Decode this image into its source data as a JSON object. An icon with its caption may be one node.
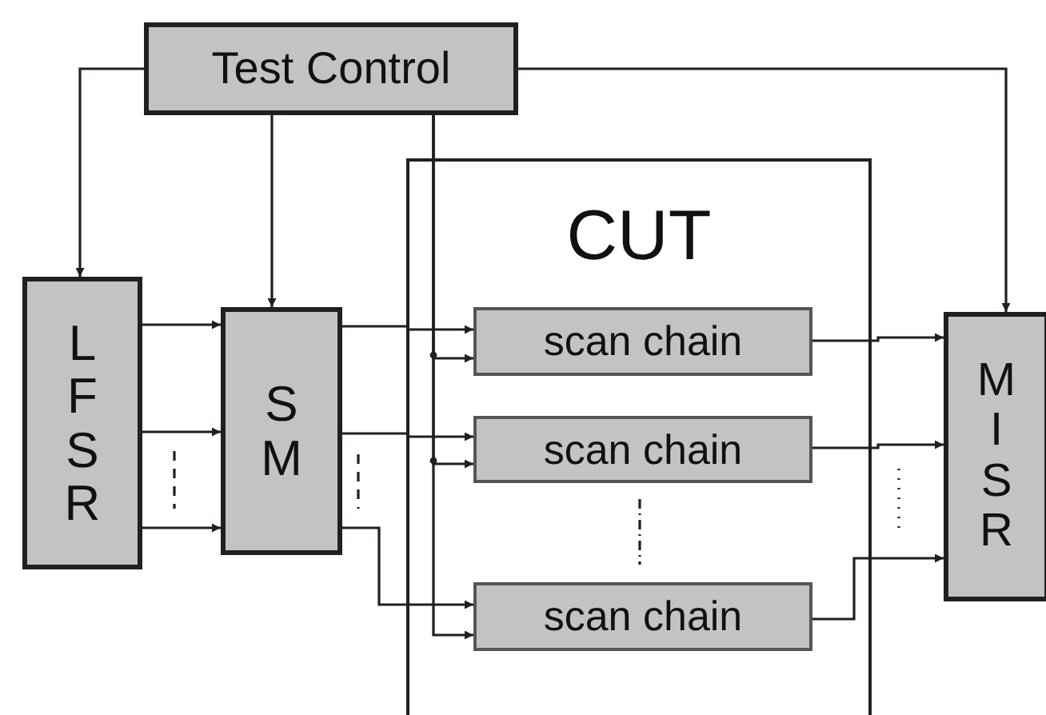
{
  "diagram": {
    "nodes": [
      {
        "text": [
          "Test Control"
        ]
      },
      {
        "text": [
          "L F S R"
        ]
      },
      {
        "text": [
          "S M"
        ]
      },
      {
        "text": [
          "CUT"
        ]
      },
      {
        "text": [
          "scan chain"
        ],
        "in": 3
      },
      {
        "text": [
          "scan chain"
        ],
        "in": 3
      },
      {
        "text": [
          "scan chain"
        ],
        "in": 3
      },
      {
        "text": [
          "M I S R"
        ]
      }
    ],
    "edges": [
      {
        "from": 0,
        "to": 1,
        "arrow": "to"
      },
      {
        "from": 0,
        "to": 2,
        "arrow": "to"
      },
      {
        "from": 0,
        "to": 7,
        "arrow": "to"
      },
      {
        "from": 0,
        "to": 4,
        "arrow": "to"
      },
      {
        "from": 0,
        "to": 5,
        "arrow": "to"
      },
      {
        "from": 0,
        "to": 6,
        "arrow": "to"
      },
      {
        "from": 1,
        "to": 2,
        "arrow": "to"
      },
      {
        "from": 1,
        "to": 2,
        "arrow": "to"
      },
      {
        "from": 1,
        "to": 2,
        "arrow": "to"
      },
      {
        "from": 2,
        "to": 4,
        "arrow": "to"
      },
      {
        "from": 2,
        "to": 5,
        "arrow": "to"
      },
      {
        "from": 2,
        "to": 6,
        "arrow": "to"
      },
      {
        "from": 4,
        "to": 7,
        "arrow": "to"
      },
      {
        "from": 5,
        "to": 7,
        "arrow": "to"
      },
      {
        "from": 6,
        "to": 7,
        "arrow": "to"
      }
    ]
  }
}
